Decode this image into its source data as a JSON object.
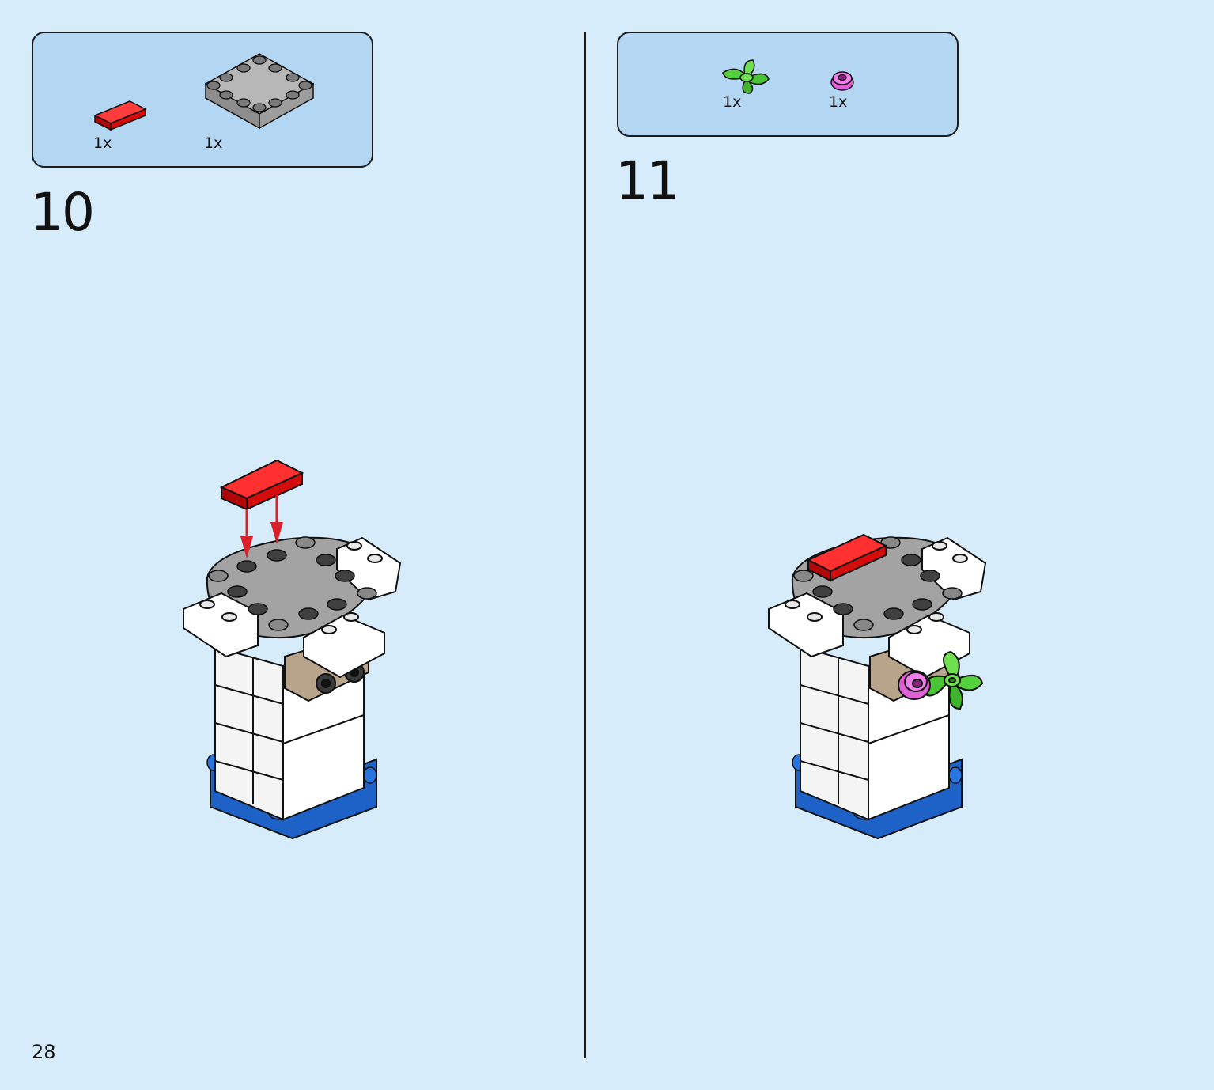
{
  "page_number": "28",
  "colors": {
    "background": "#d6ecfb",
    "parts_box": "#b3d6f3",
    "red_tile": "#d40c0c",
    "gray_plate": "#a3a3a3",
    "white_brick": "#ffffff",
    "blue_base": "#1e62c8",
    "green_leaf": "#54d23c",
    "pink_flower": "#e060d8",
    "tan_piece": "#b8a48a",
    "arrow": "#d8202a"
  },
  "steps": [
    {
      "number": "10",
      "parts": [
        {
          "icon": "red-tile-1x2-icon",
          "quantity": "1x"
        },
        {
          "icon": "gray-plate-round-corner-4x4-icon",
          "quantity": "1x"
        }
      ]
    },
    {
      "number": "11",
      "parts": [
        {
          "icon": "green-leaf-plant-icon",
          "quantity": "1x"
        },
        {
          "icon": "pink-flower-icon",
          "quantity": "1x"
        }
      ]
    }
  ]
}
